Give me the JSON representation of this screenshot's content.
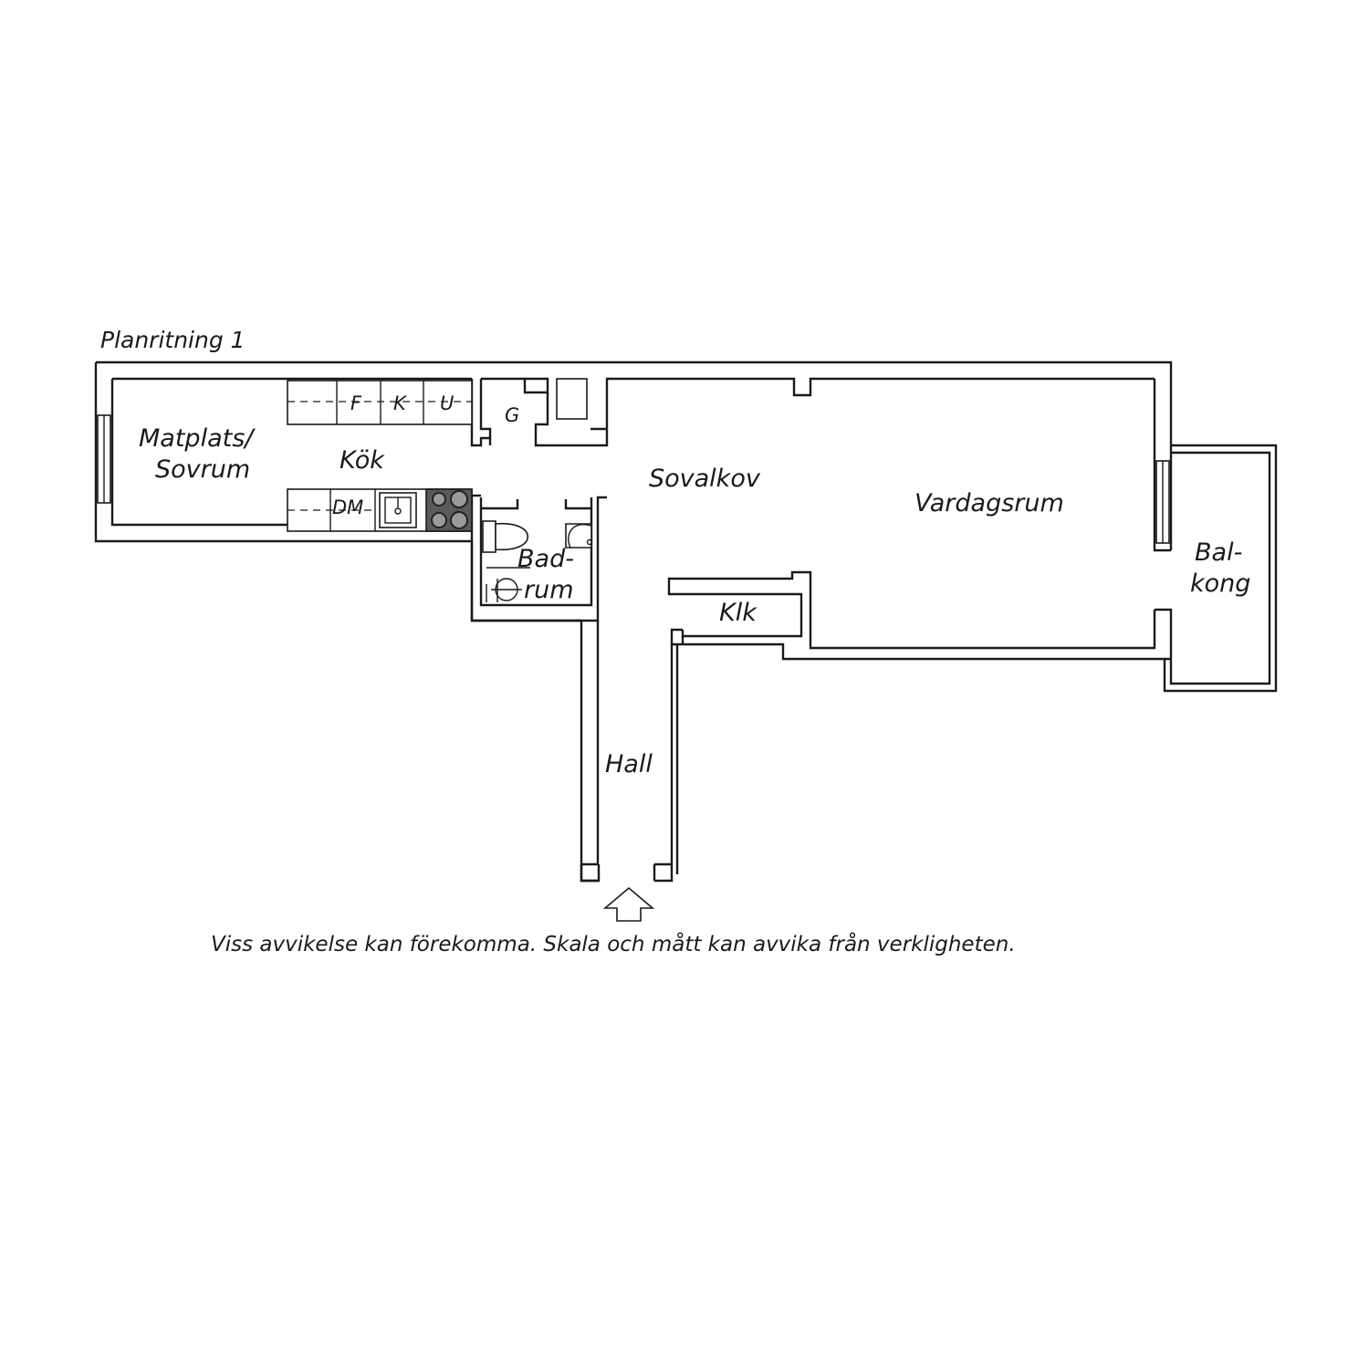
{
  "title": "Planritning 1",
  "rooms": {
    "matplats_line1": "Matplats/",
    "matplats_line2": "Sovrum",
    "kok": "Kök",
    "sovalkov": "Sovalkov",
    "vardagsrum": "Vardagsrum",
    "balkong_line1": "Bal-",
    "balkong_line2": "kong",
    "badrum_line1": "Bad-",
    "badrum_line2": "rum",
    "klk": "Klk",
    "hall": "Hall",
    "g": "G"
  },
  "appliances": {
    "f": "F",
    "k": "K",
    "u": "U",
    "dm": "DM"
  },
  "disclaimer": "Viss avvikelse kan förekomma. Skala och mått kan avvika från verkligheten."
}
